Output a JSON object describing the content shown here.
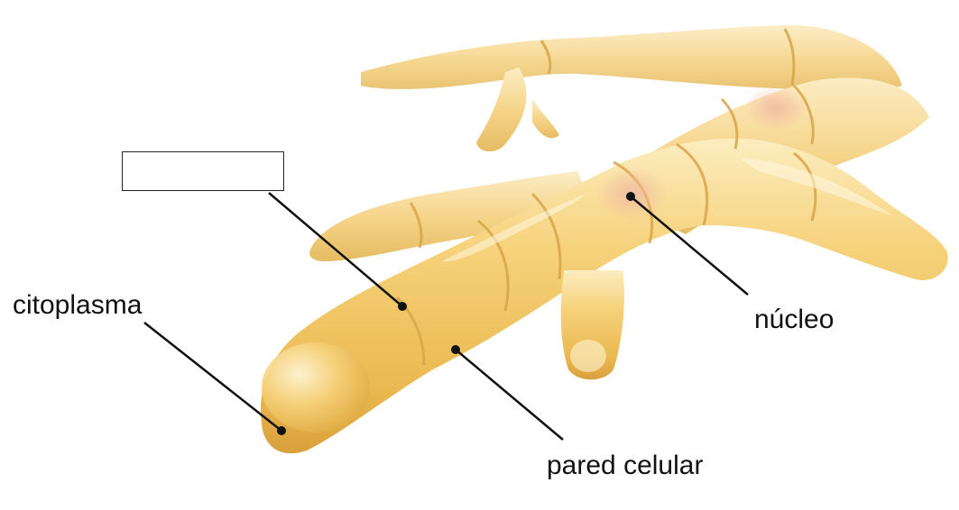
{
  "diagram": {
    "labels": {
      "cytoplasm": "citoplasma",
      "nucleus": "núcleo",
      "cell_wall": "pared celular",
      "blank_answer": ""
    },
    "colors": {
      "hypha_light": "#fbe3a0",
      "hypha_mid": "#f3c866",
      "hypha_dark": "#dca543",
      "septum": "#d9a548",
      "leader_line": "#111111"
    }
  }
}
